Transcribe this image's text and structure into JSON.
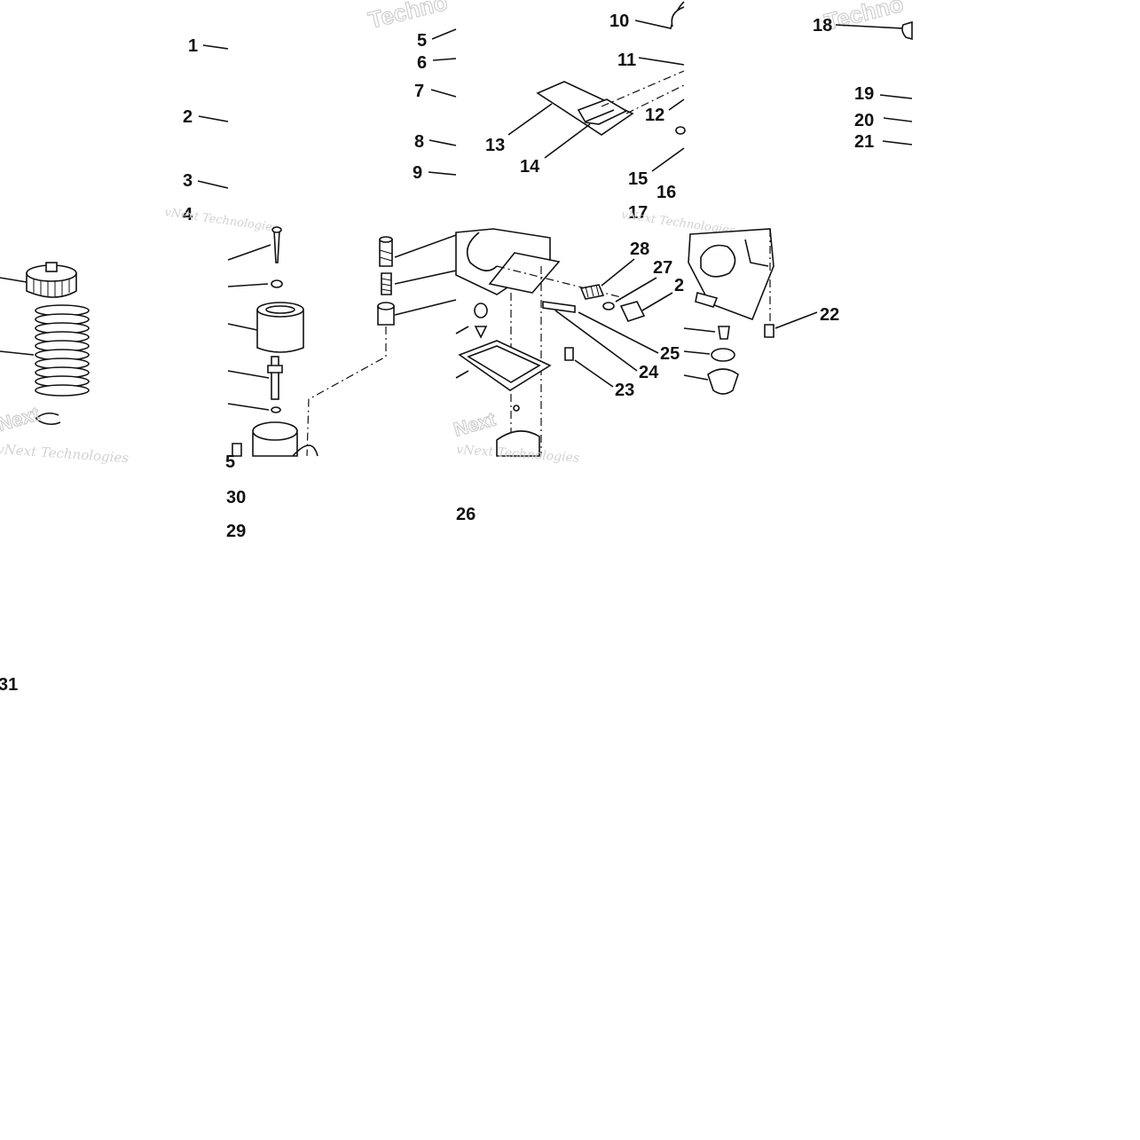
{
  "diagram": {
    "watermark_full": "vNext Technologies",
    "watermark_short": "Techno",
    "watermark_next": "Next",
    "callouts": {
      "c1": "1",
      "c2": "2",
      "c3": "3",
      "c4": "4",
      "c5": "5",
      "c6": "6",
      "c7": "7",
      "c8": "8",
      "c9": "9",
      "c10": "10",
      "c11": "11",
      "c12": "12",
      "c13": "13",
      "c14": "14",
      "c15": "15",
      "c16": "16",
      "c17": "17",
      "c18": "18",
      "c19": "19",
      "c20": "20",
      "c21": "21",
      "c22": "22",
      "c23": "23",
      "c24": "24",
      "c25": "25",
      "c26": "26",
      "c27": "27",
      "c28": "28",
      "c29": "29",
      "c30": "30",
      "c31": "31"
    }
  }
}
